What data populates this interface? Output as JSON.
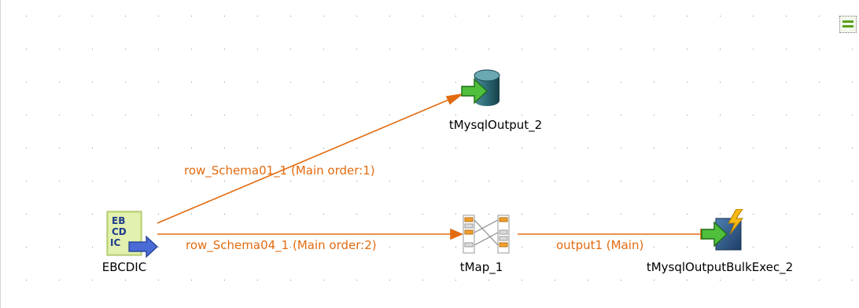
{
  "colors": {
    "canvas_bg": "#ffffff",
    "grid_dot": "#8a8a8a",
    "connection": "#e26b10",
    "label_text": "#000000"
  },
  "components": {
    "ebcdic": {
      "label": "EBCDIC",
      "icon": "ebcdic-input-icon",
      "badge_lines": [
        "EB",
        "CD",
        "IC"
      ]
    },
    "mysql_output": {
      "label": "tMysqlOutput_2",
      "icon": "mysql-output-icon"
    },
    "tmap": {
      "label": "tMap_1",
      "icon": "tmap-icon"
    },
    "bulk_exec": {
      "label": "tMysqlOutputBulkExec_2",
      "icon": "mysql-bulk-exec-icon"
    }
  },
  "connections": {
    "row1": "row_Schema01_1 (Main order:1)",
    "row2": "row_Schema04_1 (Main order:2)",
    "output": "output1 (Main)"
  },
  "palette_toggle": {
    "icon": "palette-toggle-icon"
  }
}
